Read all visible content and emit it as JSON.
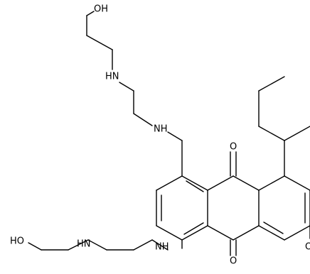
{
  "molecule": {
    "atom_labels": {
      "hydroxyl_top": "OH",
      "amine_top_outer": "HN",
      "amine_top_inner": "NH",
      "ketone_top": "O",
      "ketone_bottom": "O",
      "amine_bottom_inner": "NH",
      "amine_bottom_outer": "HN",
      "hydroxyl_bottom": "HO",
      "methoxy_oxygen": "O"
    }
  }
}
